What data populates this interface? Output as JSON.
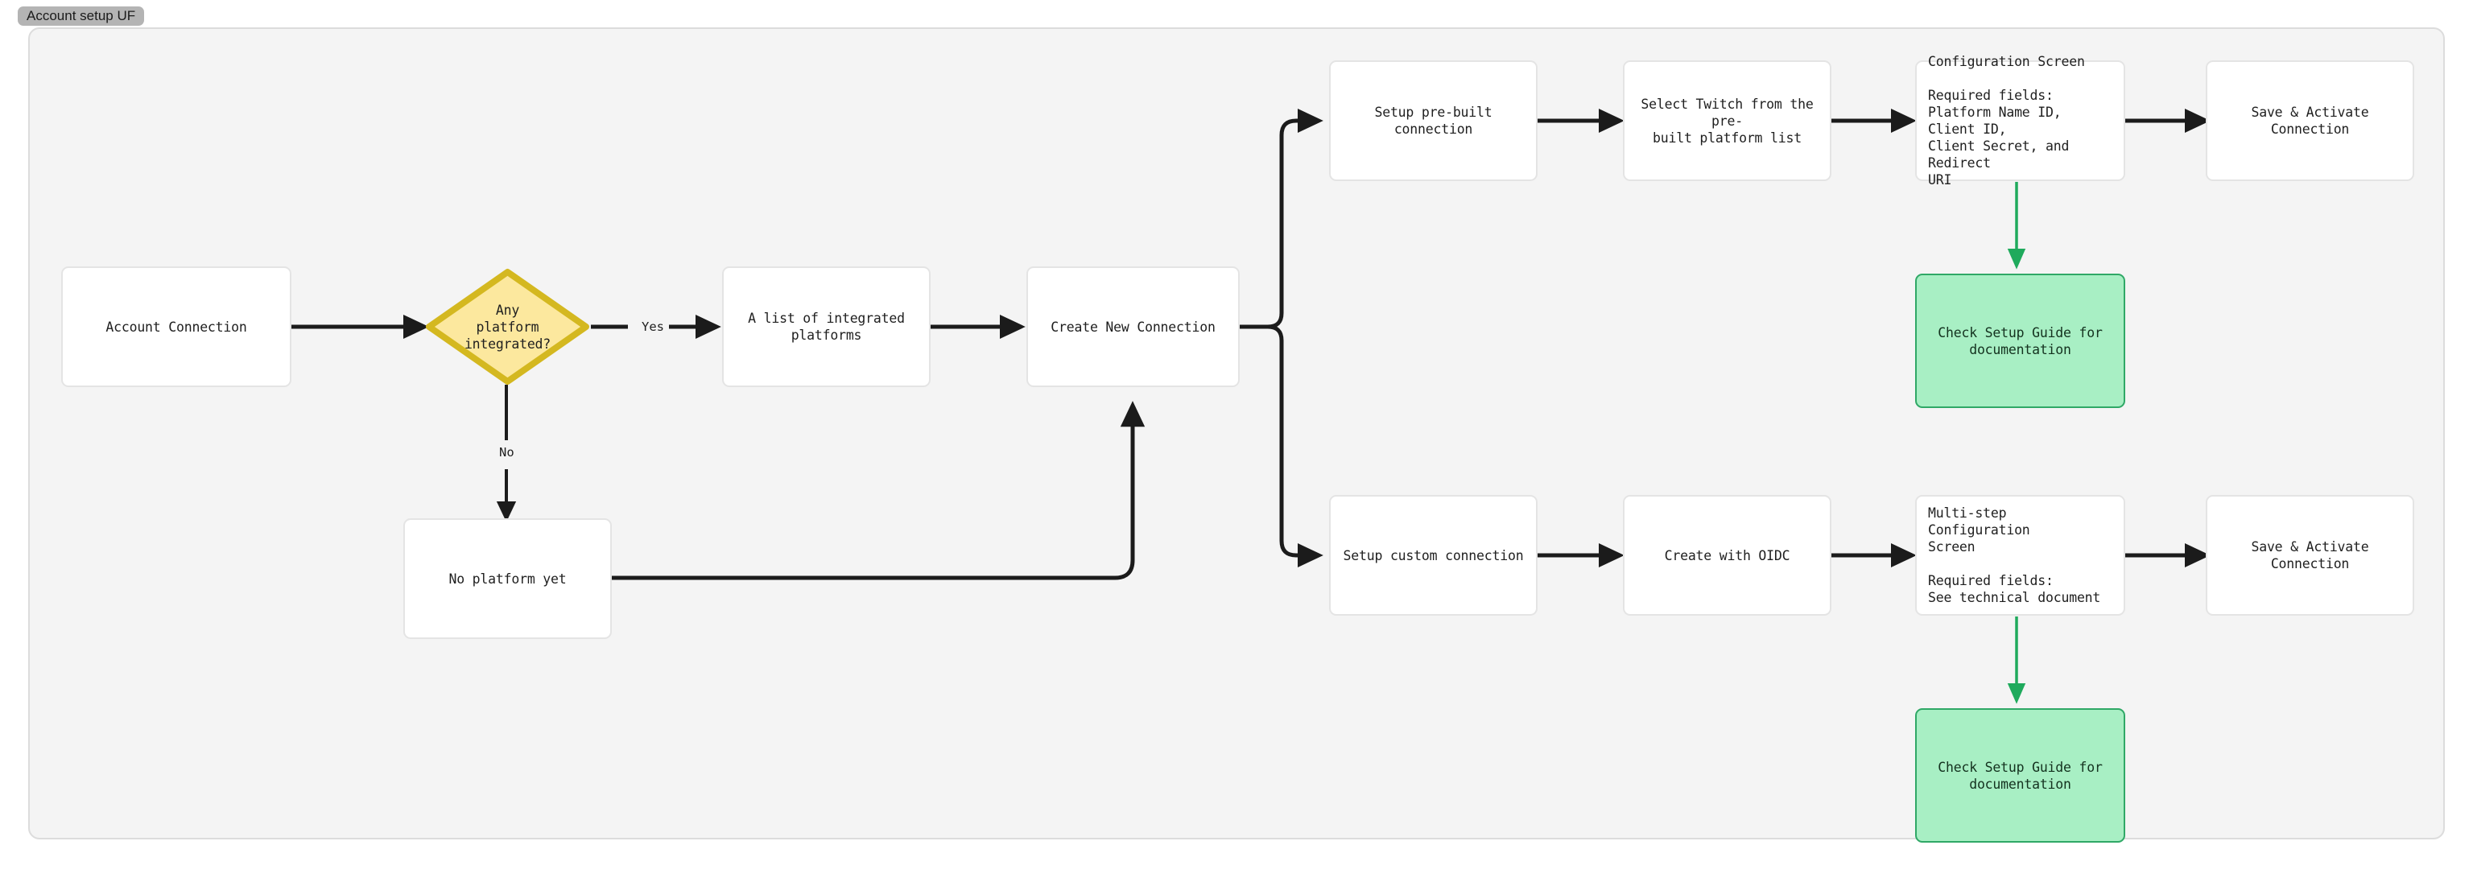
{
  "tab": {
    "label": "Account setup UF"
  },
  "colors": {
    "canvas_bg": "#f4f4f4",
    "canvas_border": "#dcdcdc",
    "node_bg": "#ffffff",
    "node_border": "#e4e4e4",
    "decision_fill": "#fce89e",
    "decision_border": "#d4b820",
    "highlight_fill": "#a8efc4",
    "highlight_border": "#2fa866",
    "edge": "#1b1b1b",
    "edge_green": "#1faa5c",
    "text": "#1f1f1f",
    "tab_bg": "#b4b4b4"
  },
  "nodes": [
    {
      "id": "account-connection",
      "label": "Account Connection",
      "shape": "rect"
    },
    {
      "id": "any-platform-integrated",
      "label": "Any\nplatform\nintegrated?",
      "shape": "diamond"
    },
    {
      "id": "list-of-integrated-platforms",
      "label": "A list of integrated\nplatforms",
      "shape": "rect"
    },
    {
      "id": "no-platform-yet",
      "label": "No platform yet",
      "shape": "rect"
    },
    {
      "id": "create-new-connection",
      "label": "Create New Connection",
      "shape": "rect"
    },
    {
      "id": "setup-pre-built-connection",
      "label": "Setup pre-built connection",
      "shape": "rect"
    },
    {
      "id": "select-twitch-from-list",
      "label": "Select Twitch from the pre-\nbuilt platform list",
      "shape": "rect"
    },
    {
      "id": "configuration-screen",
      "label": "Configuration Screen\n\nRequired fields:\nPlatform Name ID, Client ID,\nClient Secret, and Redirect\nURI",
      "shape": "rect"
    },
    {
      "id": "save-activate-connection-top",
      "label": "Save & Activate Connection",
      "shape": "rect"
    },
    {
      "id": "check-setup-guide-top",
      "label": "Check Setup Guide for\ndocumentation",
      "shape": "rect-green"
    },
    {
      "id": "setup-custom-connection",
      "label": "Setup custom connection",
      "shape": "rect"
    },
    {
      "id": "create-with-oidc",
      "label": "Create with OIDC",
      "shape": "rect"
    },
    {
      "id": "multi-step-configuration-screen",
      "label": "Multi-step Configuration\nScreen\n\nRequired fields:\nSee technical document",
      "shape": "rect"
    },
    {
      "id": "save-activate-connection-bottom",
      "label": "Save & Activate Connection",
      "shape": "rect"
    },
    {
      "id": "check-setup-guide-bottom",
      "label": "Check Setup Guide for\ndocumentation",
      "shape": "rect-green"
    }
  ],
  "edge_labels": [
    {
      "id": "yes-label",
      "label": "Yes"
    },
    {
      "id": "no-label",
      "label": "No"
    }
  ]
}
